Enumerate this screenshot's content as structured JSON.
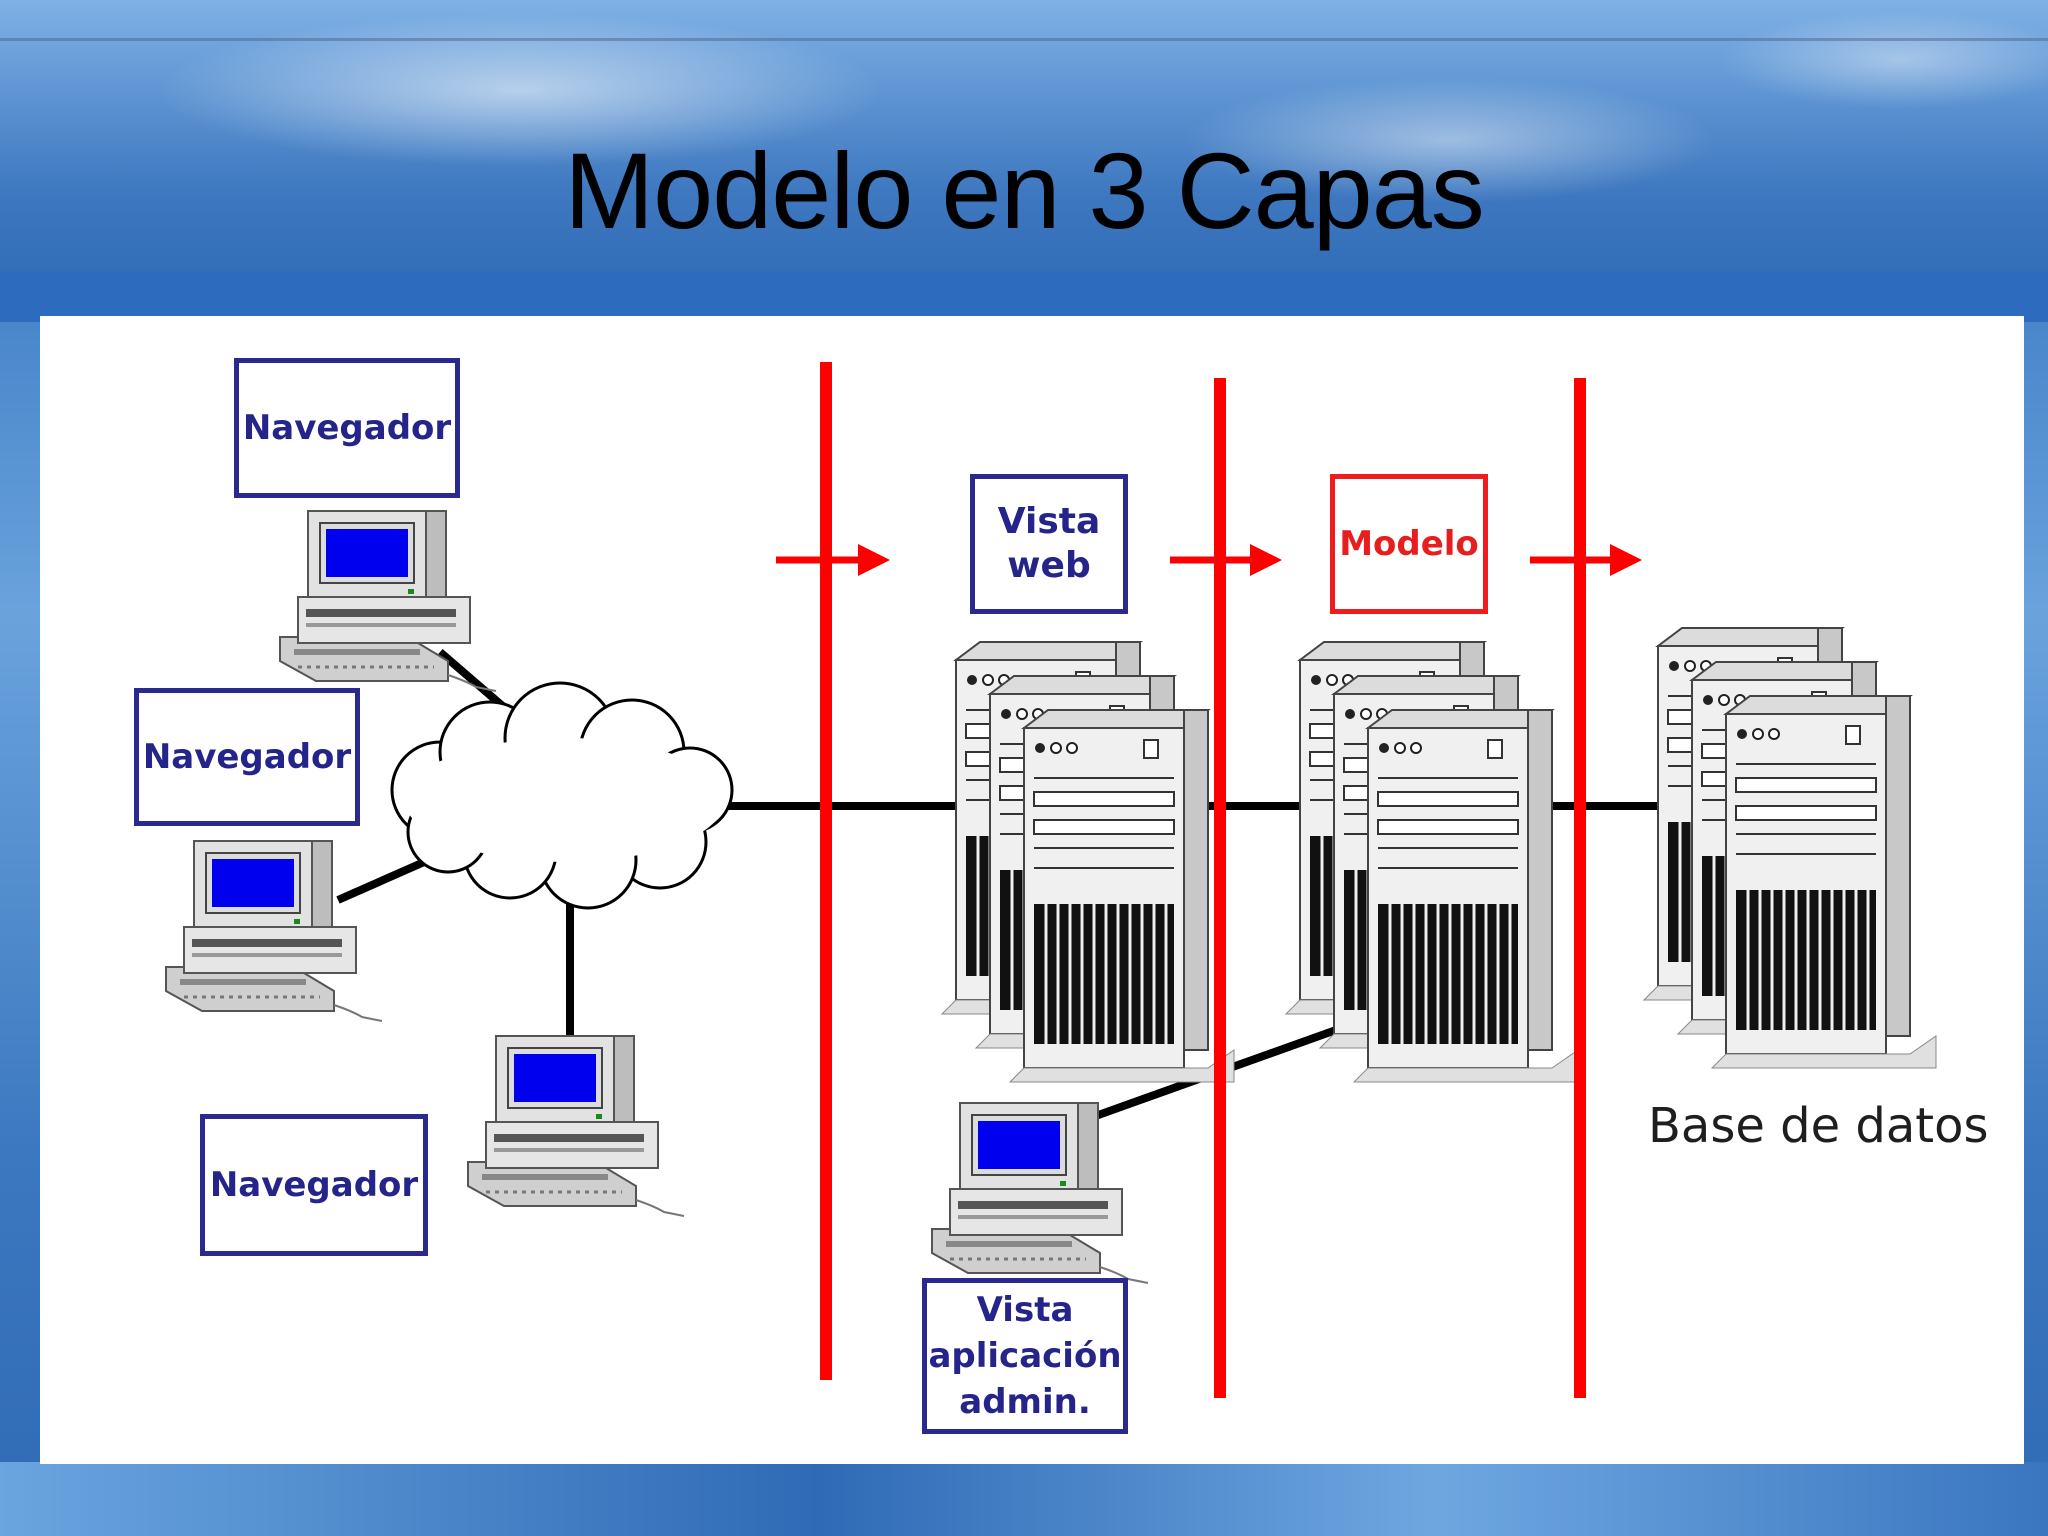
{
  "slide": {
    "title": "Modelo en 3 Capas"
  },
  "diagram": {
    "browser_label_1": "Navegador",
    "browser_label_2": "Navegador",
    "browser_label_3": "Navegador",
    "vista_web_label": "Vista\nweb",
    "modelo_label": "Modelo",
    "vista_app_label": "Vista\naplicación\nadmin.",
    "database_label": "Base de datos",
    "colors": {
      "tier_divider": "#ff0000",
      "label_border": "#2a2a8e",
      "label_text": "#24248a",
      "modelo_accent": "#ee1c1c",
      "screen": "#0000ee"
    }
  }
}
